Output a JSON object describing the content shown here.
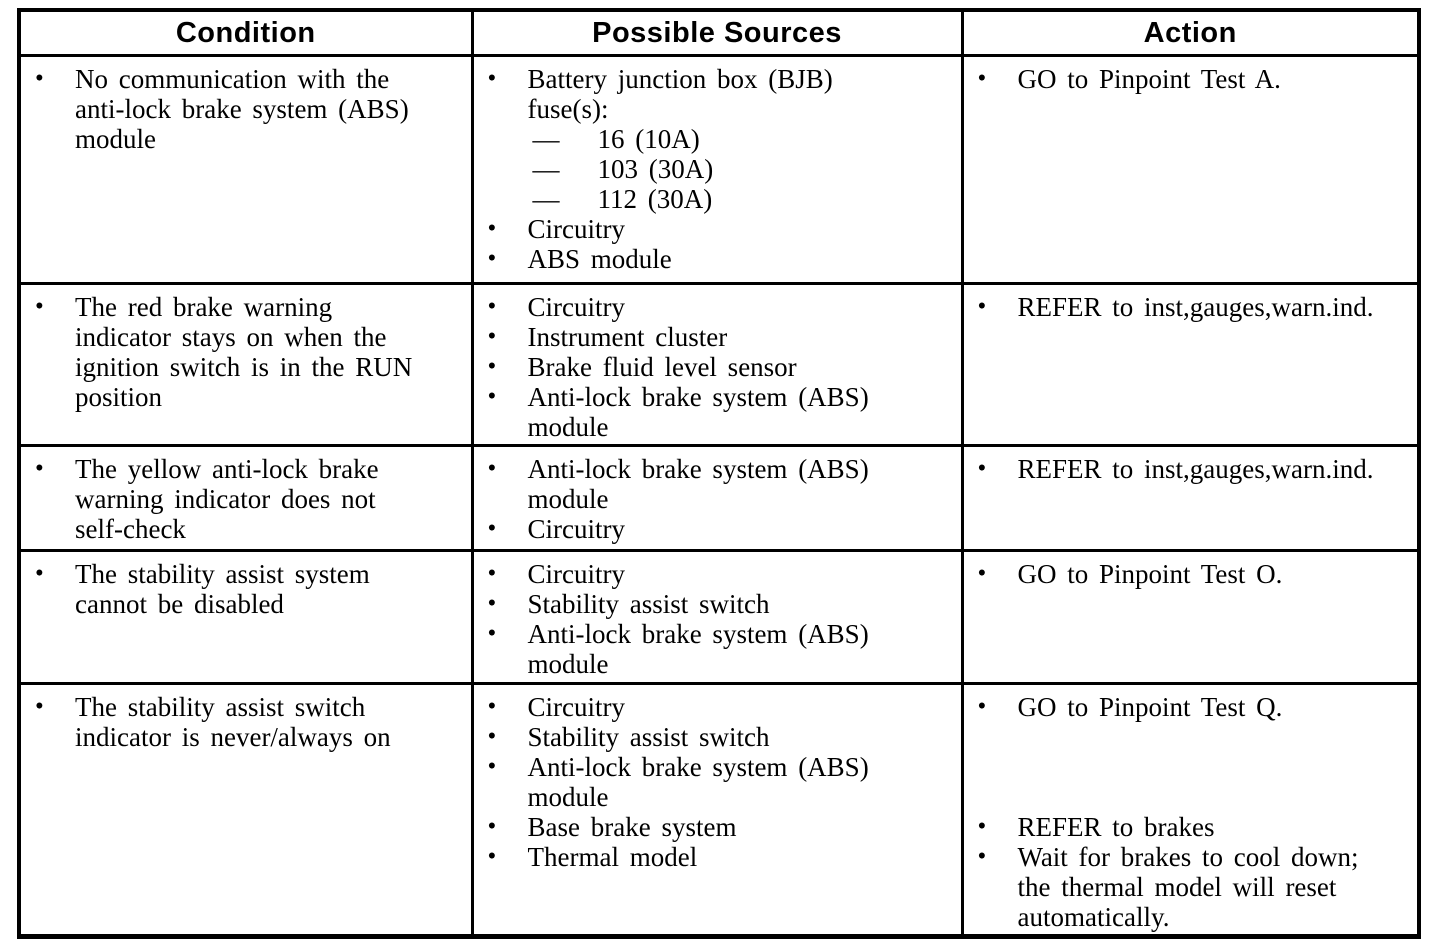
{
  "glyphs": {
    "bullet": "•",
    "dash": "—"
  },
  "table": {
    "headers": {
      "condition": "Condition",
      "sources": "Possible Sources",
      "action": "Action"
    },
    "rows": [
      {
        "condition": [
          {
            "text": "No communication with the\nanti-lock brake system (ABS)\nmodule"
          }
        ],
        "sources": [
          {
            "text": "Battery junction box (BJB)\nfuse(s):",
            "subitems": [
              "16 (10A)",
              "103 (30A)",
              "112 (30A)"
            ]
          },
          {
            "text": "Circuitry"
          },
          {
            "text": "ABS module"
          }
        ],
        "actions": [
          {
            "text": "GO to Pinpoint Test A."
          }
        ]
      },
      {
        "condition": [
          {
            "text": "The red brake warning\nindicator stays on when the\nignition switch is in the RUN\nposition"
          }
        ],
        "sources": [
          {
            "text": "Circuitry"
          },
          {
            "text": "Instrument cluster"
          },
          {
            "text": "Brake fluid level sensor"
          },
          {
            "text": "Anti-lock brake system (ABS)\nmodule"
          }
        ],
        "actions": [
          {
            "text": "REFER to inst,gauges,warn.ind."
          }
        ]
      },
      {
        "condition": [
          {
            "text": "The yellow anti-lock brake\nwarning indicator does not\nself-check"
          }
        ],
        "sources": [
          {
            "text": "Anti-lock brake system (ABS)\nmodule"
          },
          {
            "text": "Circuitry"
          }
        ],
        "actions": [
          {
            "text": "REFER to inst,gauges,warn.ind."
          }
        ]
      },
      {
        "condition": [
          {
            "text": "The stability assist system\ncannot be disabled"
          }
        ],
        "sources": [
          {
            "text": "Circuitry"
          },
          {
            "text": "Stability assist switch"
          },
          {
            "text": "Anti-lock brake system (ABS)\nmodule"
          }
        ],
        "actions": [
          {
            "text": "GO to Pinpoint Test O."
          }
        ]
      },
      {
        "condition": [
          {
            "text": "The stability assist switch\nindicator is never/always on"
          }
        ],
        "sources": [
          {
            "text": "Circuitry"
          },
          {
            "text": "Stability assist switch"
          },
          {
            "text": "Anti-lock brake system (ABS)\nmodule"
          },
          {
            "text": "Base brake system"
          },
          {
            "text": "Thermal model"
          }
        ],
        "actions": [
          {
            "text": "GO to Pinpoint Test Q."
          },
          {
            "text": "REFER to brakes",
            "gap_before": 3
          },
          {
            "text": "Wait for brakes to cool down;\nthe thermal model will reset\nautomatically."
          }
        ]
      }
    ]
  }
}
